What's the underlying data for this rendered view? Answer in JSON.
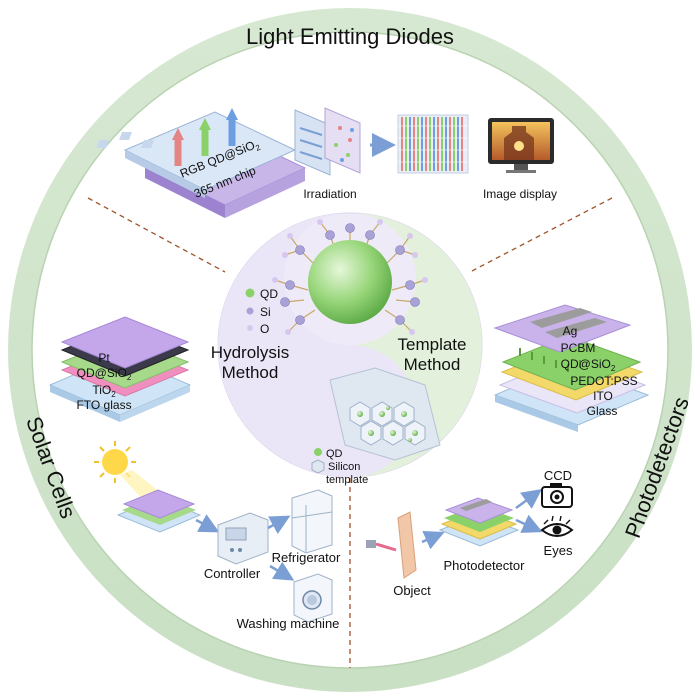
{
  "ring": {
    "top": "Light Emitting Diodes",
    "left": "Solar Cells",
    "right": "Photodetectors"
  },
  "center": {
    "hydrolysis": [
      "Hydrolysis",
      "Method"
    ],
    "template": [
      "Template",
      "Method"
    ],
    "legend_top": [
      "QD",
      "Si",
      "O"
    ],
    "legend_bottom": [
      "QD",
      "Silicon",
      "template"
    ]
  },
  "led": {
    "chip_top": "RGB QD@SiO",
    "chip_top_sub": "2",
    "chip_bottom": "365 nm chip",
    "irradiation": "Irradiation",
    "image_display": "Image display"
  },
  "solar_stack": {
    "pt": "Pt",
    "qd": "QD@SiO",
    "qd_sub": "2",
    "tio": "TiO",
    "tio_sub": "2",
    "fto": "FTO glass"
  },
  "photo_stack": {
    "ag": "Ag",
    "pcbm": "PCBM",
    "qd": "QD@SiO",
    "qd_sub": "2",
    "pedot": "PEDOT:PSS",
    "ito": "ITO",
    "glass": "Glass"
  },
  "solar_flow": {
    "controller": "Controller",
    "refrigerator": "Refrigerator",
    "washing": "Washing machine"
  },
  "photo_flow": {
    "object": "Object",
    "photodetector": "Photodetector",
    "ccd": "CCD",
    "eyes": "Eyes"
  },
  "colors": {
    "ring": "#cfe3cc",
    "ring_inner": "#e8f2e6",
    "center_bg": "#f4f1fb",
    "yin": "#e7e2f5",
    "yang": "#e4f1df",
    "qd_green": "#8bd16a",
    "si_purple": "#a9a2d6"
  }
}
